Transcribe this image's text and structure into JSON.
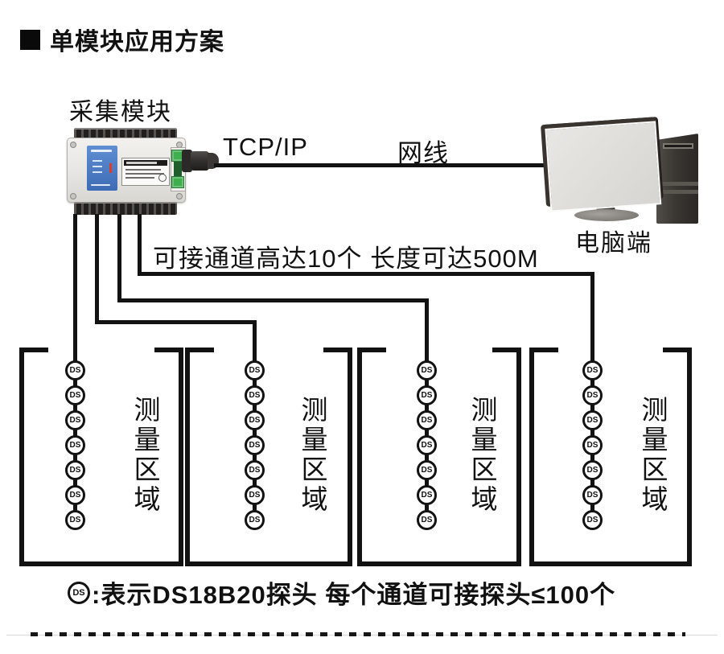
{
  "title": "单模块应用方案",
  "module": {
    "label": "采集模块"
  },
  "connection": {
    "protocol": "TCP/IP",
    "cable": "网线"
  },
  "computer": {
    "label": "电脑端"
  },
  "channel_note": "可接通道高达10个  长度可达500M",
  "probe": {
    "symbol": "DS"
  },
  "areas": [
    {
      "label": "测量区域",
      "probe_count": 7
    },
    {
      "label": "测量区域",
      "probe_count": 7
    },
    {
      "label": "测量区域",
      "probe_count": 7
    },
    {
      "label": "测量区域",
      "probe_count": 7
    }
  ],
  "legend": {
    "symbol": "DS",
    "text": ":表示DS18B20探头 每个通道可接探头≤100个"
  },
  "colors": {
    "line": "#121212",
    "module_blue": "#4878c0",
    "terminal_green": "#3fae4e",
    "led_red": "#e03b26",
    "screen_gray": "#dedcd8"
  }
}
